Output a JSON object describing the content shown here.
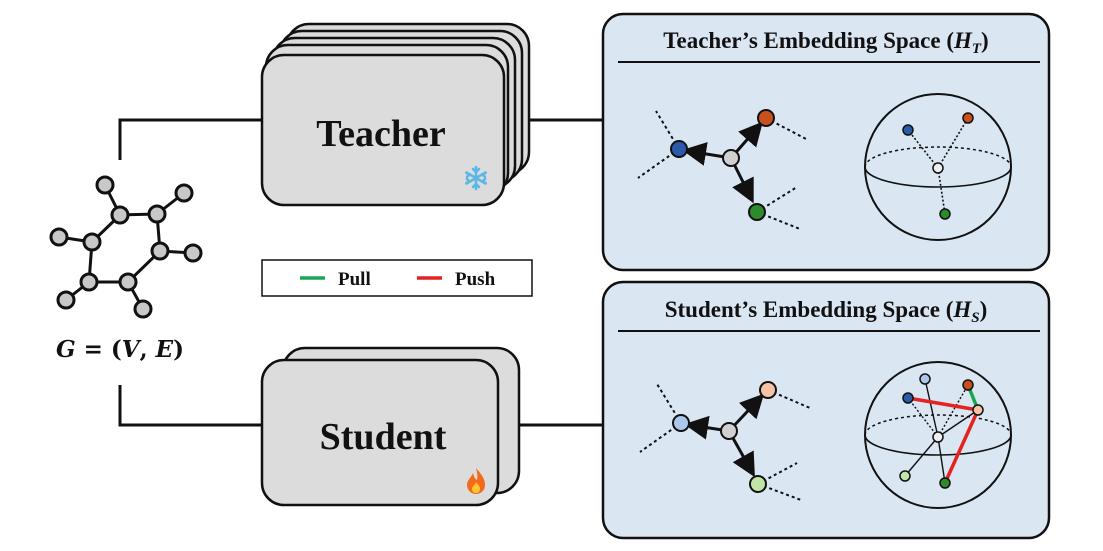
{
  "teacher": {
    "label": "Teacher",
    "badge_icon": "snowflake-icon"
  },
  "student": {
    "label": "Student",
    "badge_icon": "fire-icon"
  },
  "graph": {
    "label_parts": [
      "G",
      " = (",
      "V",
      ", ",
      "E",
      ")"
    ]
  },
  "legend": {
    "pull": {
      "label": "Pull",
      "color": "#1aa653"
    },
    "push": {
      "label": "Push",
      "color": "#e32222"
    }
  },
  "teacher_space": {
    "title": "Teacher’s Embedding Space (",
    "symbol": "H",
    "subscript": "T",
    "close": ")"
  },
  "student_space": {
    "title": "Student’s Embedding Space (",
    "symbol": "H",
    "subscript": "S",
    "close": ")"
  },
  "colors": {
    "panel_bg": "#dae6f2",
    "box_bg": "#dcdcdc",
    "node_gray": "#d0d0d0",
    "blue": "#2b5aa8",
    "orange": "#c8501e",
    "green": "#2d8a2d",
    "blue_light": "#a9c8ea",
    "orange_light": "#f5c2a6",
    "green_light": "#bfe6a6"
  }
}
